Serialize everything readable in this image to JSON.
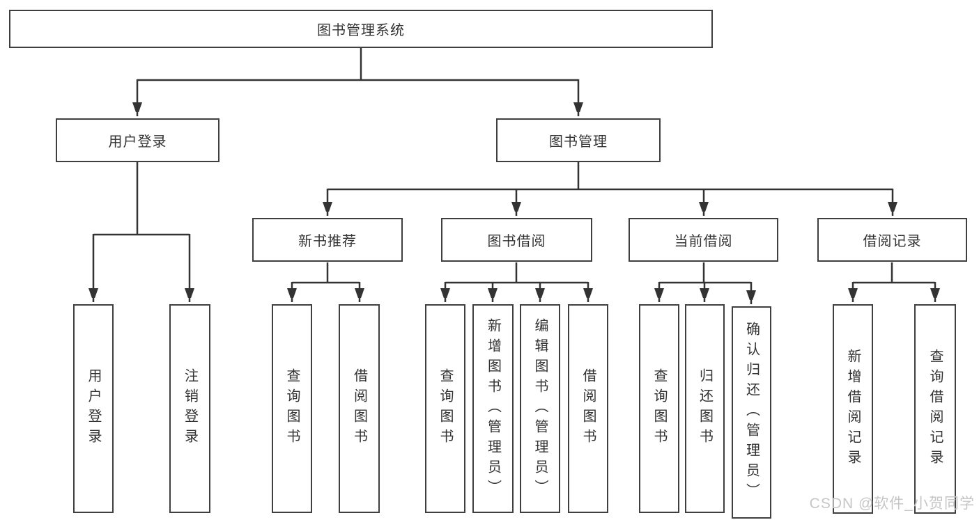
{
  "nodes": {
    "root": {
      "label": "图书管理系统"
    },
    "userLogin": {
      "label": "用户登录"
    },
    "bookMgmt": {
      "label": "图书管理"
    },
    "newBookRec": {
      "label": "新书推荐"
    },
    "bookBorrow": {
      "label": "图书借阅"
    },
    "currentBorrow": {
      "label": "当前借阅"
    },
    "borrowRecords": {
      "label": "借阅记录"
    },
    "leafUserLogin": {
      "label": "用户登录"
    },
    "leafLogout": {
      "label": "注销登录"
    },
    "leafQueryBook1": {
      "label": "查询图书"
    },
    "leafBorrowBook1": {
      "label": "借阅图书"
    },
    "leafQueryBook2": {
      "label": "查询图书"
    },
    "leafAddBook": {
      "label": "新增图书（管理员）"
    },
    "leafEditBook": {
      "label": "编辑图书（管理员）"
    },
    "leafBorrowBook2": {
      "label": "借阅图书"
    },
    "leafQueryBook3": {
      "label": "查询图书"
    },
    "leafReturnBook": {
      "label": "归还图书"
    },
    "leafConfirmReturn": {
      "label": "确认归还（管理员）"
    },
    "leafAddRecord": {
      "label": "新增借阅记录"
    },
    "leafQueryRecord": {
      "label": "查询借阅记录"
    }
  },
  "watermark": {
    "text": "CSDN @软件_小贺同学"
  },
  "colors": {
    "line": "#333333",
    "border": "#3f3f3f",
    "text": "#333333",
    "watermark": "#c3c3c3",
    "background": "#ffffff"
  }
}
